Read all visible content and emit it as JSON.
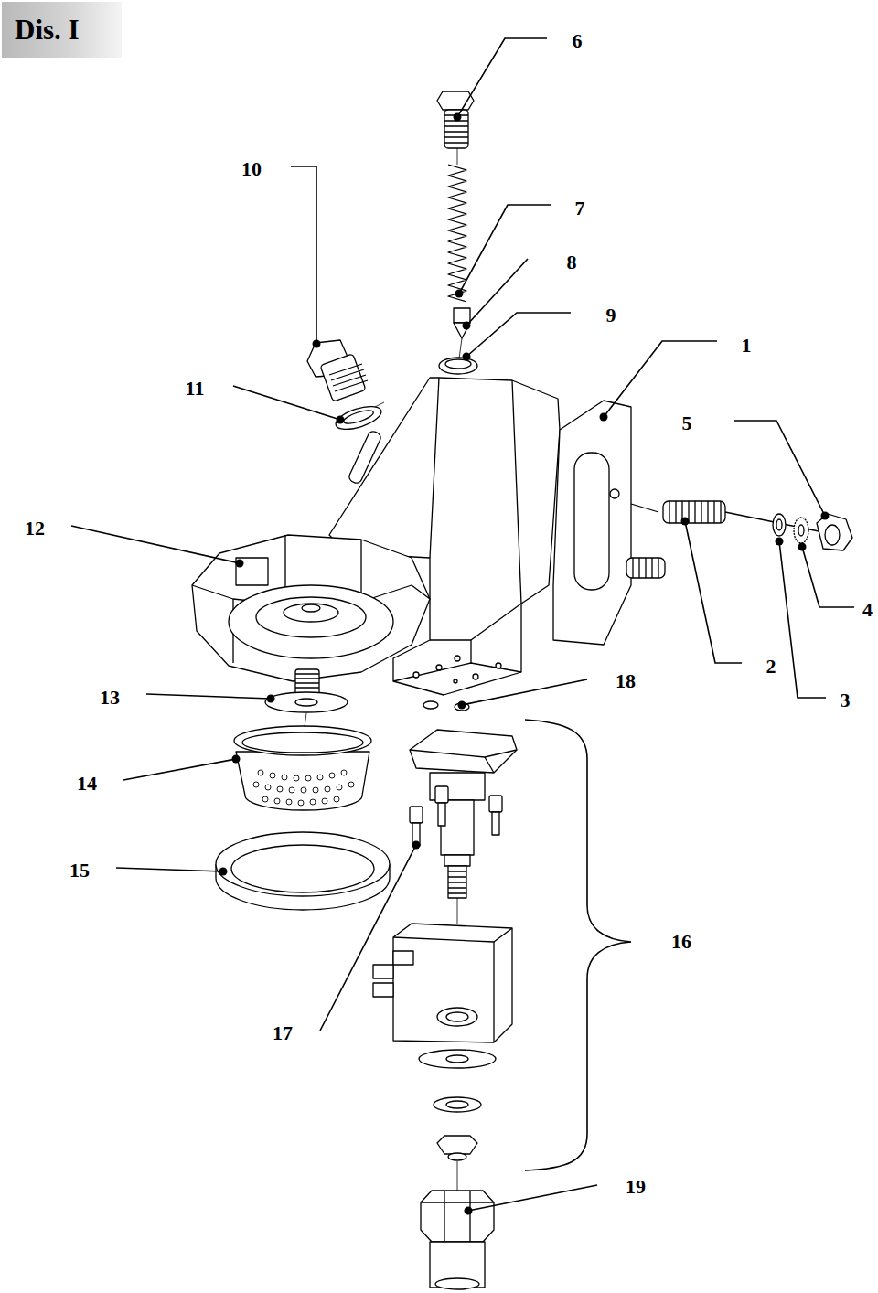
{
  "diagram": {
    "title": "Dis. I",
    "labels": [
      "6",
      "10",
      "7",
      "8",
      "9",
      "1",
      "11",
      "5",
      "12",
      "4",
      "2",
      "18",
      "3",
      "13",
      "14",
      "16",
      "15",
      "17",
      "19"
    ]
  }
}
